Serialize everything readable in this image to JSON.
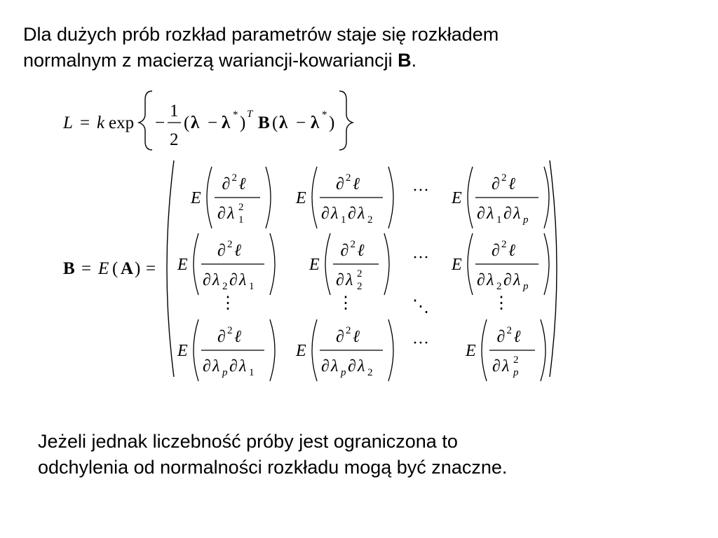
{
  "paragraphs": {
    "intro": {
      "line1": "Dla dużych prób rozkład parametrów staje się rozkładem",
      "line2_text": "normalnym z macierzą wariancji-kowariancji ",
      "line2_bold": "B",
      "line2_end": "."
    },
    "outro": {
      "line1": "Jeżeli jednak liczebność próby jest ograniczona to",
      "line2": "odchylenia od normalności rozkładu mogą być znaczne."
    }
  },
  "likelihood": {
    "L": "L",
    "eq": "=",
    "k": "k",
    "exp": "exp",
    "minus": "−",
    "one": "1",
    "two": "2",
    "lparen": "(",
    "rparen": ")",
    "lambda": "λ",
    "star": "*",
    "T": "T",
    "B": "B"
  },
  "matrix_eq": {
    "B": "B",
    "eq": "=",
    "E": "E",
    "lparen": "(",
    "A": "A",
    "rparen": ")",
    "eq2": "="
  },
  "matrix": {
    "E": "E",
    "numerator": "∂²ℓ",
    "numerator_base": "∂",
    "numerator_sup": "2",
    "numerator_ell": "ℓ",
    "partial": "∂",
    "lambda": "λ",
    "hdots": "···",
    "vdots": "⋮",
    "ddots": "⋱",
    "sub_1": "1",
    "sub_2": "2",
    "sub_p": "p",
    "sup_2": "2"
  }
}
